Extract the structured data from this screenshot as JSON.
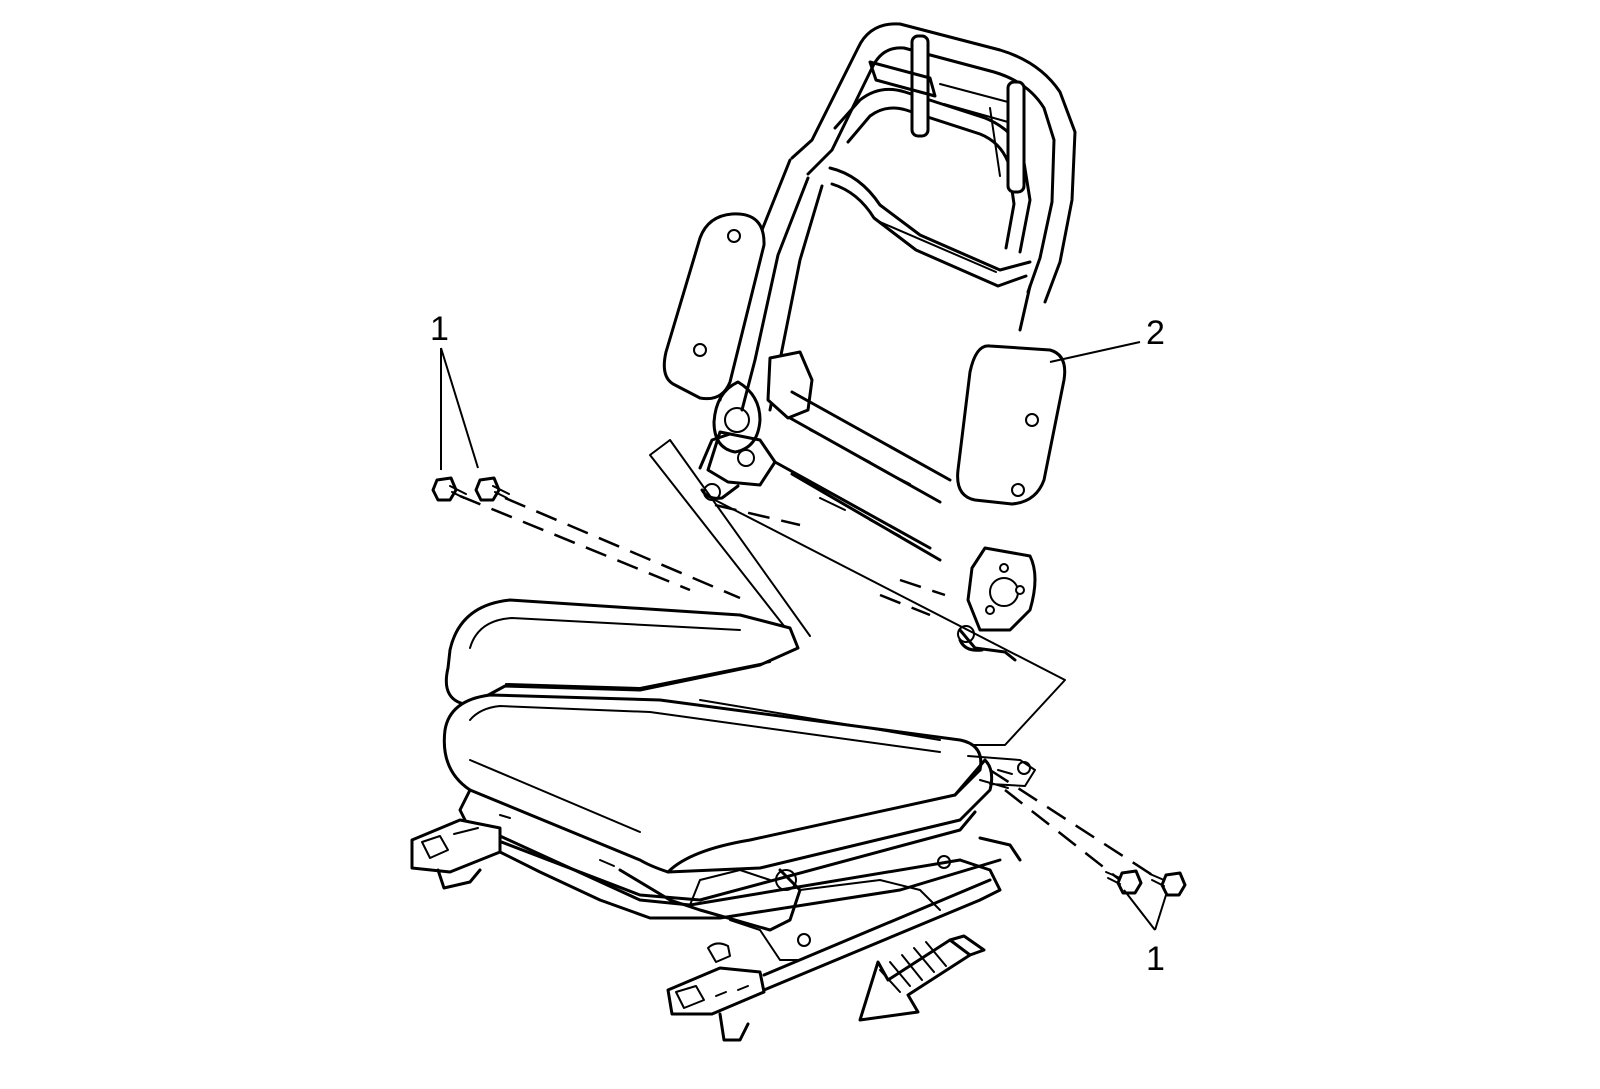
{
  "callouts": [
    {
      "id": "1-left",
      "label": "1"
    },
    {
      "id": "2",
      "label": "2"
    },
    {
      "id": "1-right",
      "label": "1"
    }
  ],
  "icons": [
    "seat-back-frame",
    "seat-cushion",
    "seat-track",
    "bolt",
    "direction-arrow"
  ]
}
